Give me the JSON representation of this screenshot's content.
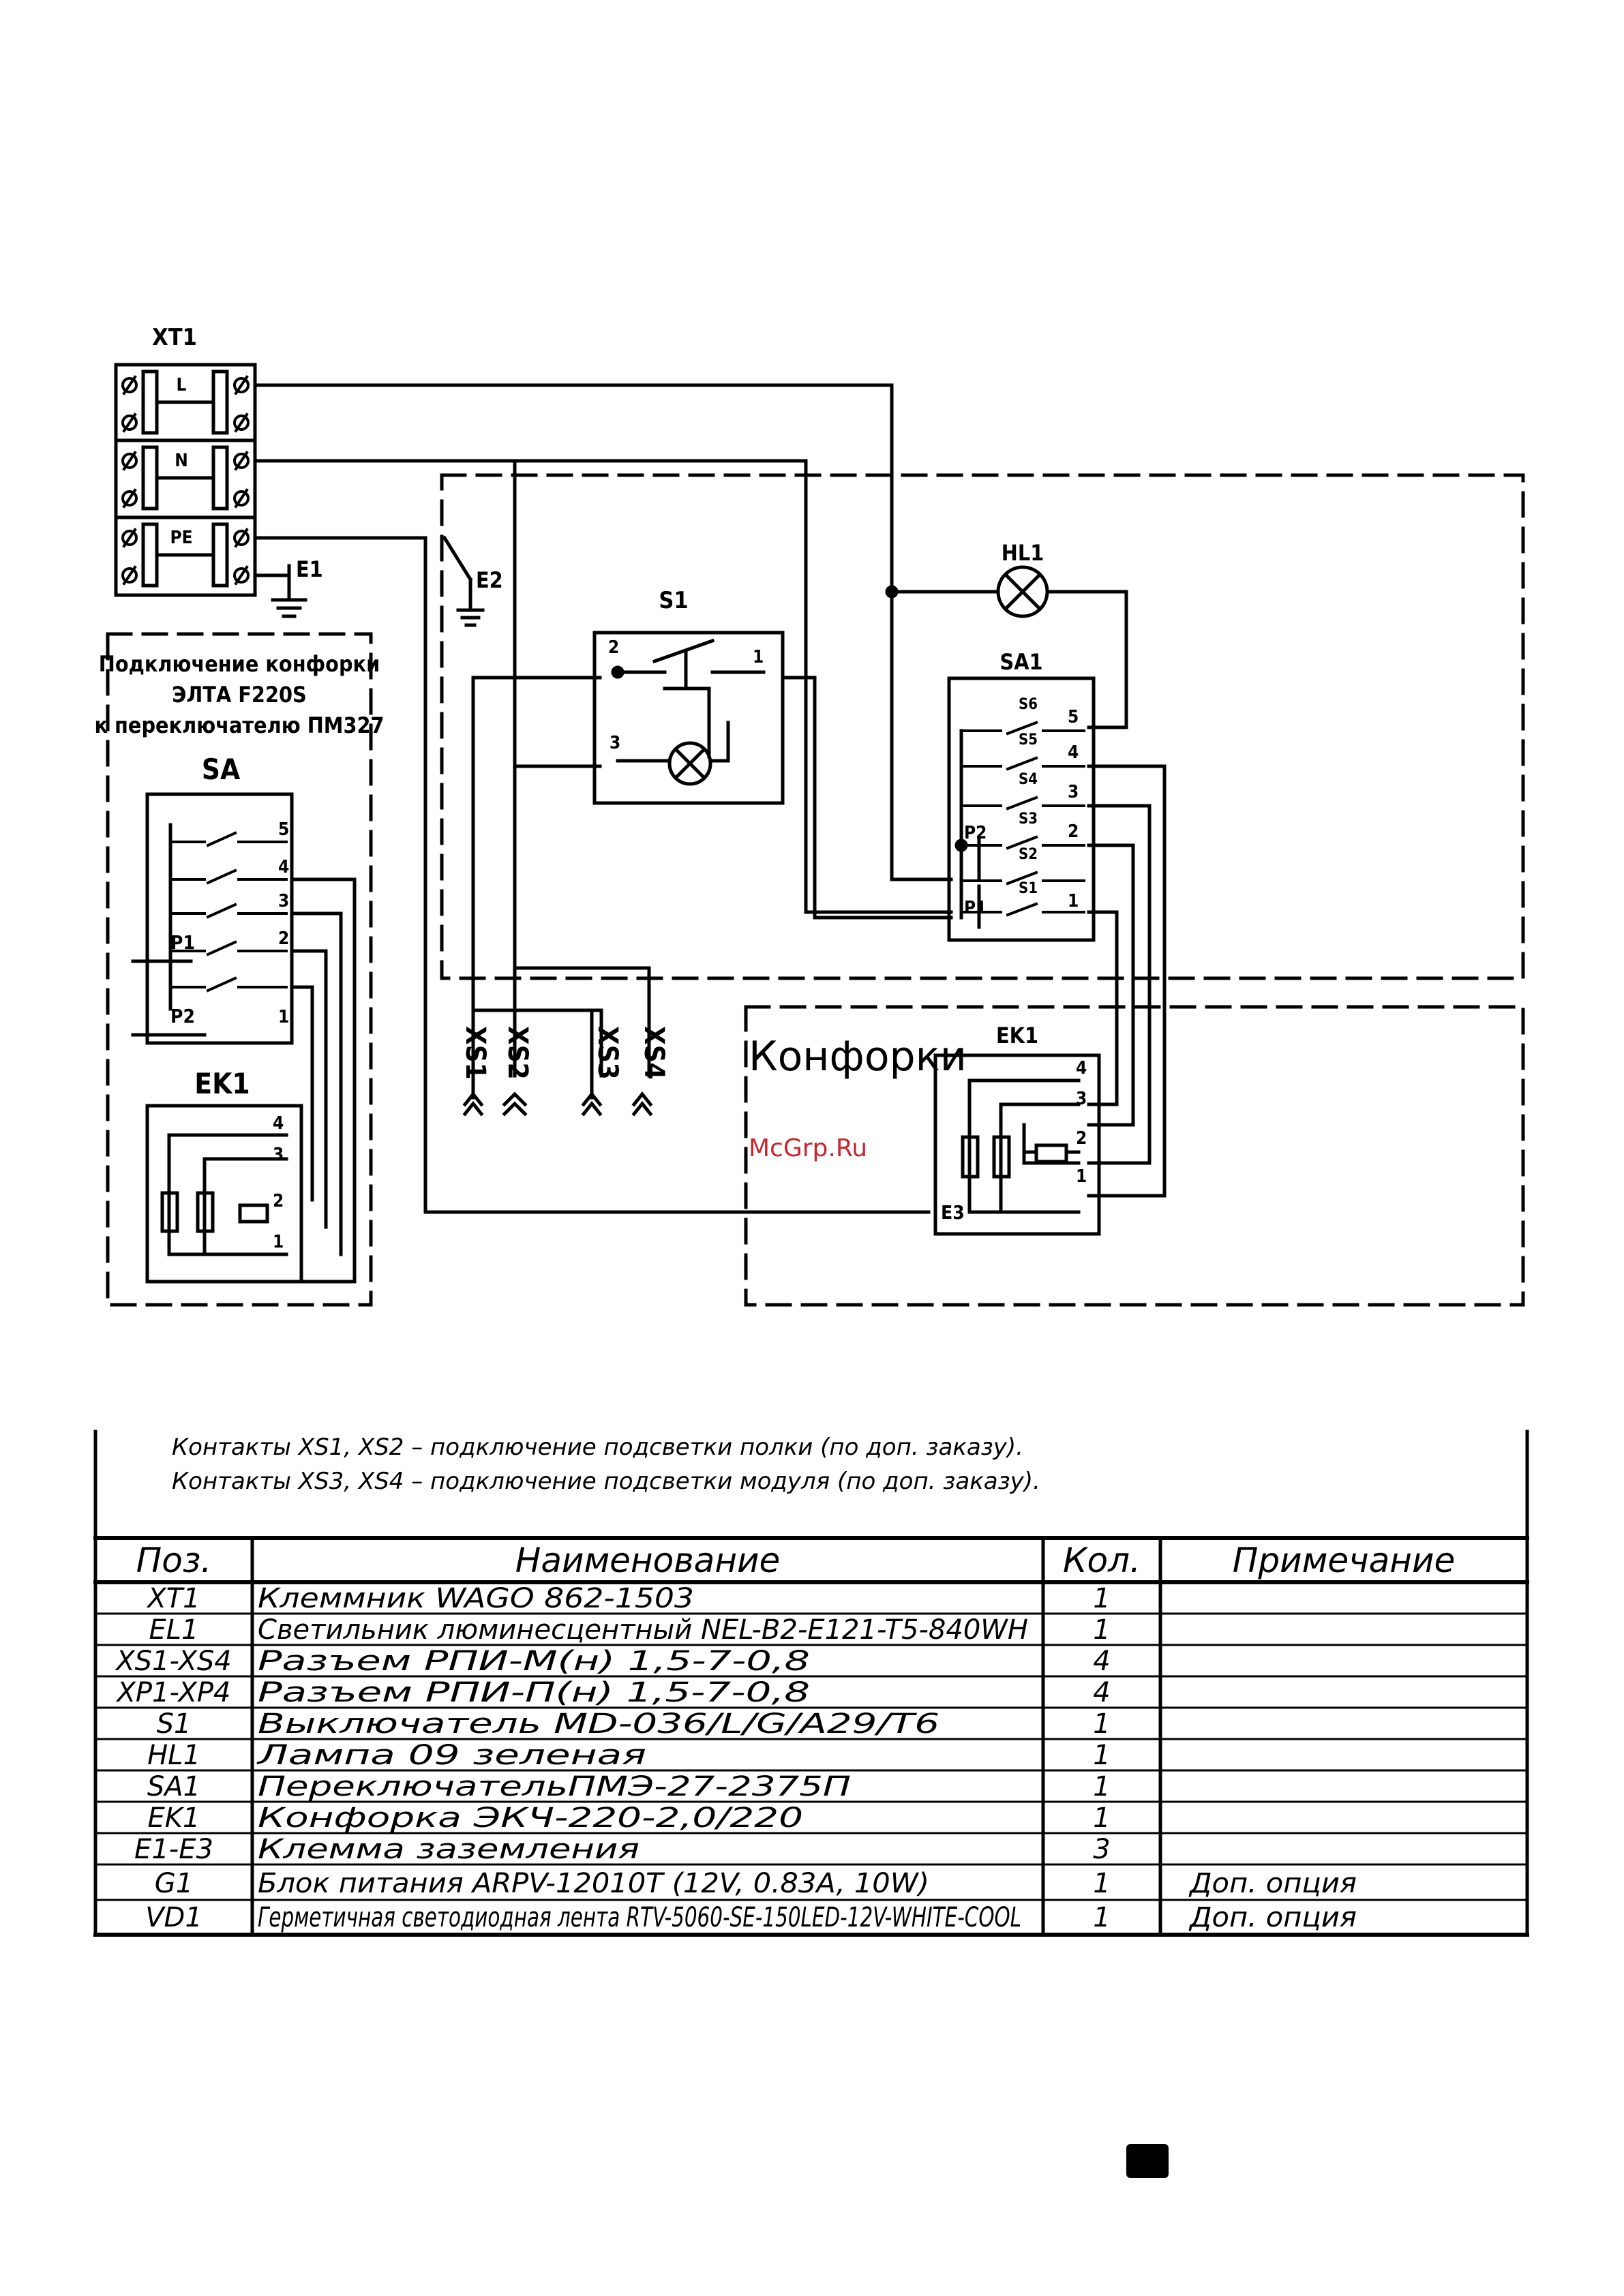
{
  "labels": {
    "xt1": "XT1",
    "xt1_l": "L",
    "xt1_n": "N",
    "xt1_pe": "PE",
    "e1": "E1",
    "e2": "E2",
    "s1": "S1",
    "s1_pin2": "2",
    "s1_pin1": "1",
    "s1_pin3": "3",
    "hl1": "HL1",
    "sa1": "SA1",
    "sa1_p2": "P2",
    "sa1_p1": "P1",
    "sa1_s6": "S6",
    "sa1_s5": "S5",
    "sa1_s4": "S4",
    "sa1_s3": "S3",
    "sa1_s2": "S2",
    "sa1_s1": "S1",
    "pin1": "1",
    "pin2": "2",
    "pin3": "3",
    "pin4": "4",
    "pin5": "5",
    "xs1": "XS1",
    "xs2": "XS2",
    "xs3": "XS3",
    "xs4": "XS4",
    "konforki": "Конфорки",
    "ek1": "EK1",
    "e3": "E3",
    "watermark": "McGrp.Ru",
    "inset_title_1": "Подключение конфорки",
    "inset_title_2": "ЭЛТА F220S",
    "inset_title_3": "к переключателю ПМ327",
    "inset_sa": "SA",
    "inset_p1": "P1",
    "inset_p2": "P2",
    "inset_ek1": "EK1"
  },
  "notes": [
    "Контакты XS1, XS2 – подключение подсветки полки (по доп. заказу).",
    "Контакты XS3, XS4 – подключение подсветки модуля (по доп. заказу)."
  ],
  "bom": {
    "headers": [
      "Поз.",
      "Наименование",
      "Кол.",
      "Примечание"
    ],
    "rows": [
      {
        "pos": "XT1",
        "name": "Клеммник WAGO  862-1503",
        "qty": "1",
        "note": ""
      },
      {
        "pos": "EL1",
        "name": "Светильник люминесцентный NEL-B2-E121-T5-840WH",
        "qty": "1",
        "note": ""
      },
      {
        "pos": "XS1-XS4",
        "name": "Разъем РПИ-М(н) 1,5-7-0,8",
        "qty": "4",
        "note": ""
      },
      {
        "pos": "XP1-XP4",
        "name": "Разъем РПИ-П(н) 1,5-7-0,8",
        "qty": "4",
        "note": ""
      },
      {
        "pos": "S1",
        "name": "Выключатель MD-036/L/G/A29/T6",
        "qty": "1",
        "note": ""
      },
      {
        "pos": "HL1",
        "name": "Лампа 09 зеленая",
        "qty": "1",
        "note": ""
      },
      {
        "pos": "SA1",
        "name": "ПереключательПМЭ-27-2375П",
        "qty": "1",
        "note": ""
      },
      {
        "pos": "EK1",
        "name": "Конфорка ЭКЧ-220-2,0/220",
        "qty": "1",
        "note": ""
      },
      {
        "pos": "E1-E3",
        "name": "Клемма заземления",
        "qty": "3",
        "note": ""
      },
      {
        "pos": "G1",
        "name": "Блок питания ARPV-12010T (12V, 0.83A, 10W)",
        "qty": "1",
        "note": "Доп. опция"
      },
      {
        "pos": "VD1",
        "name": "Герметичная светодиодная лента RTV-5060-SE-150LED-12V-WHITE-COOL",
        "qty": "1",
        "note": "Доп. опция"
      }
    ]
  }
}
